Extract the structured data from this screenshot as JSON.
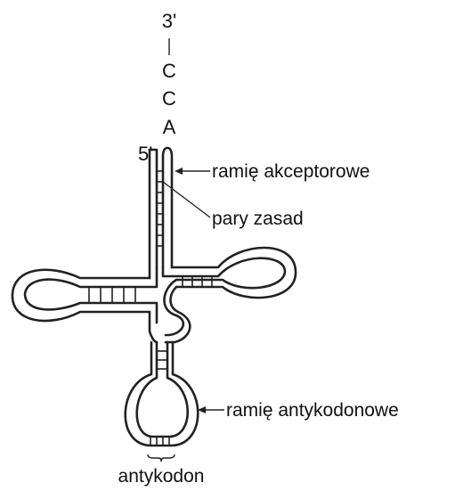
{
  "end_3": "3'",
  "end_5": "5'",
  "terminal_bases": [
    "C",
    "C",
    "A"
  ],
  "labels": {
    "acceptor_arm": "ramię akceptorowe",
    "base_pairs": "pary zasad",
    "anticodon_arm": "ramię antykodonowe",
    "anticodon": "antykodon"
  }
}
